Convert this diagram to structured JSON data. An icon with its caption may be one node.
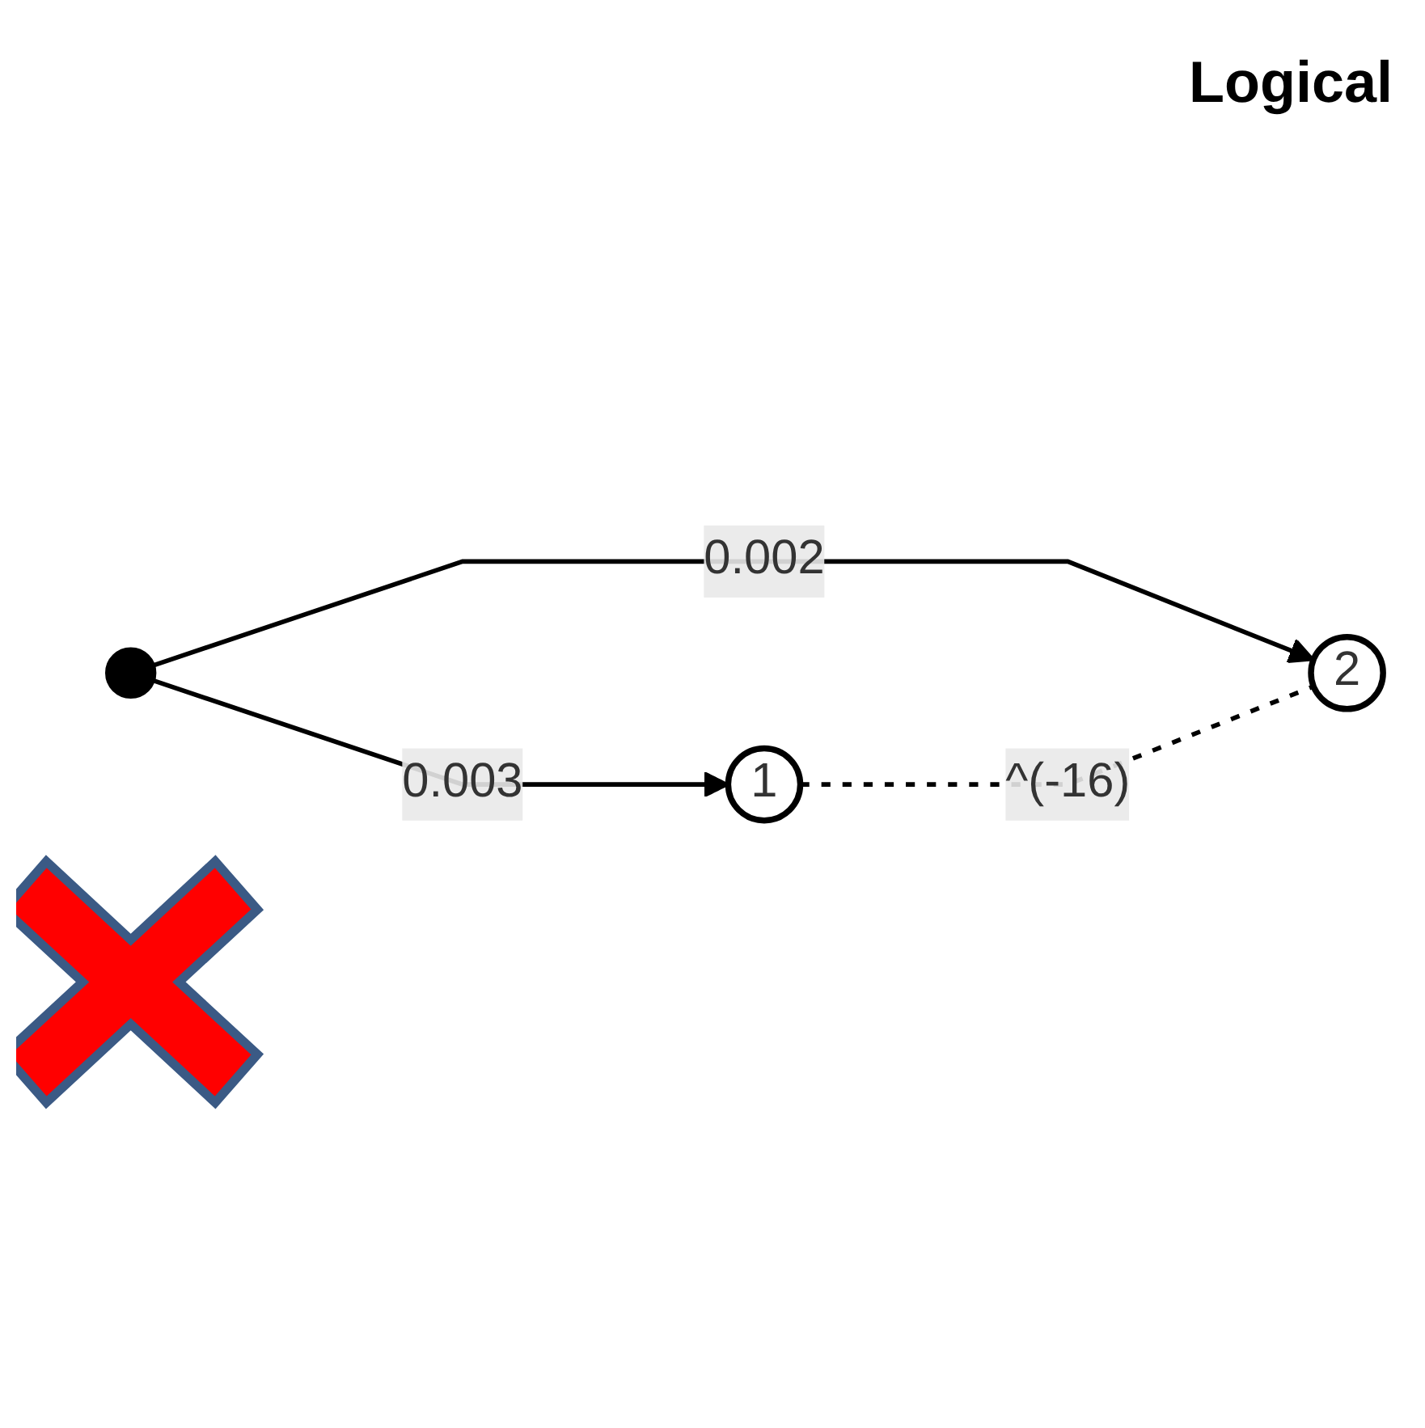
{
  "diagram": {
    "title": "Logical",
    "nodes": [
      {
        "text": [
          "1"
        ]
      },
      {
        "text": [],
        "shape": "circle"
      },
      {
        "text": [
          "2"
        ]
      },
      {
        "text": [],
        "shape": "cross"
      }
    ],
    "edges": [
      {
        "from": 1,
        "to": 0,
        "arrow": "to",
        "label": "0.003"
      },
      {
        "from": 1,
        "to": 2,
        "arrow": "to",
        "label": "0.002"
      },
      {
        "from": 0,
        "to": 2,
        "arrow": "none",
        "label": "^(-16)",
        "style": "dashed"
      }
    ]
  }
}
